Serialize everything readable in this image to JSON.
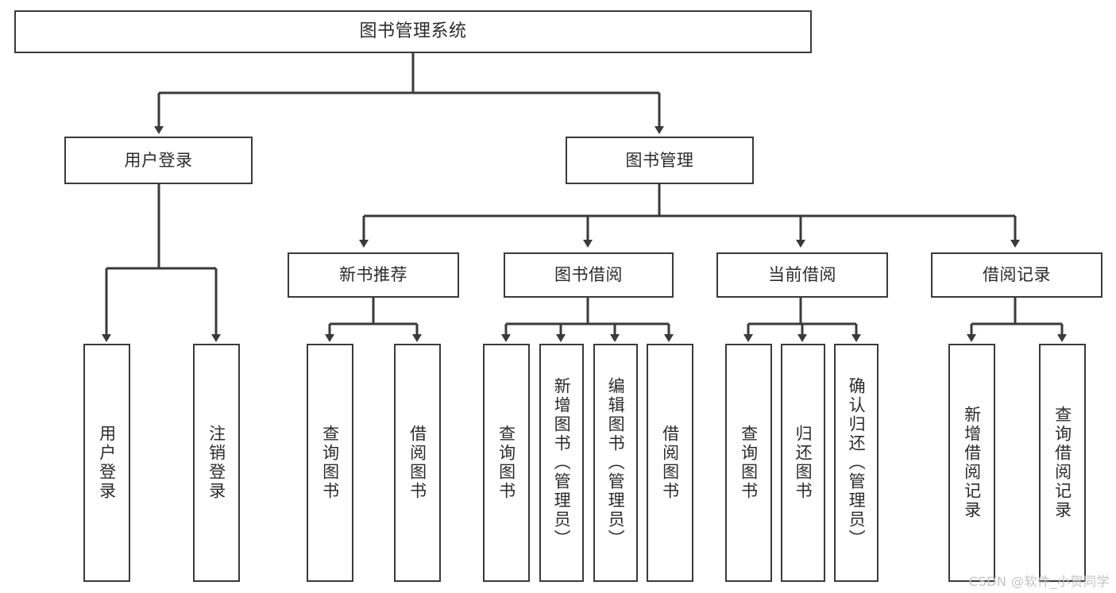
{
  "diagram": {
    "title": "图书管理系统",
    "type": "tree-hierarchy-diagram",
    "colors": {
      "stroke": "#3a3a3a",
      "fill": "#ffffff",
      "text": "#2b2b2b",
      "watermark": "#c3c3c3"
    },
    "root": {
      "label": "图书管理系统"
    },
    "level1": [
      {
        "label": "用户登录"
      },
      {
        "label": "图书管理"
      }
    ],
    "level2": [
      {
        "label": "新书推荐"
      },
      {
        "label": "图书借阅"
      },
      {
        "label": "当前借阅"
      },
      {
        "label": "借阅记录"
      }
    ],
    "leaves": {
      "user_login": [
        {
          "label": "用户登录"
        },
        {
          "label": "注销登录"
        }
      ],
      "new_book_recommend": [
        {
          "label": "查询图书"
        },
        {
          "label": "借阅图书"
        }
      ],
      "book_borrow": [
        {
          "label": "查询图书"
        },
        {
          "label": "新增图书（管理员）"
        },
        {
          "label": "编辑图书（管理员）"
        },
        {
          "label": "借阅图书"
        }
      ],
      "current_borrow": [
        {
          "label": "查询图书"
        },
        {
          "label": "归还图书"
        },
        {
          "label": "确认归还（管理员）"
        }
      ],
      "borrow_records": [
        {
          "label": "新增借阅记录"
        },
        {
          "label": "查询借阅记录"
        }
      ]
    },
    "watermark": "CSDN @软件_小贺同学"
  }
}
